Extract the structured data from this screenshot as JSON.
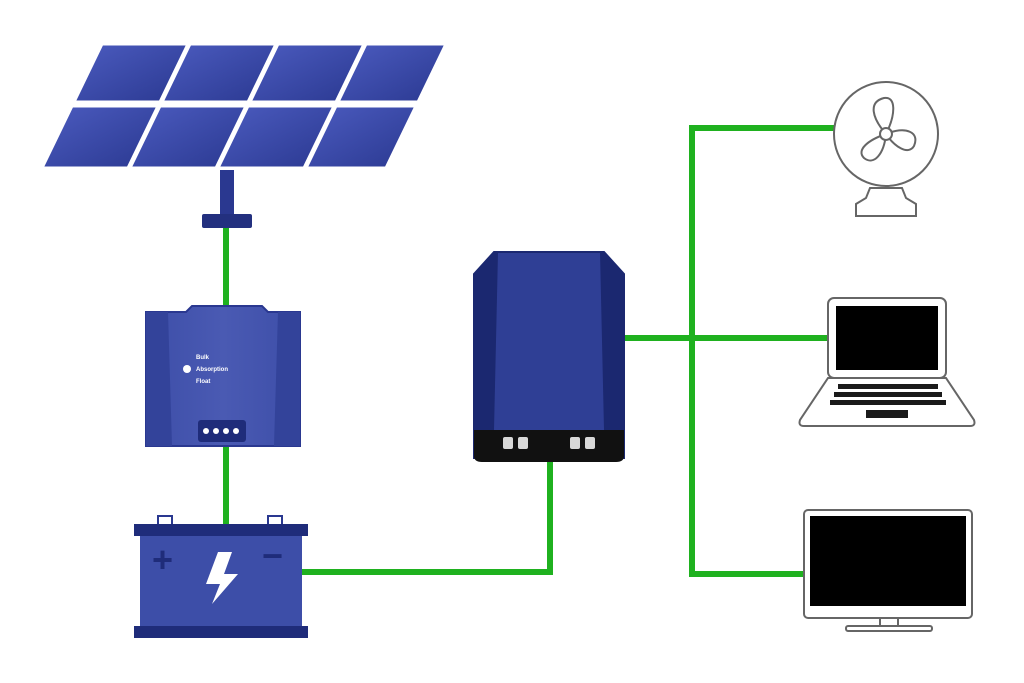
{
  "diagram": {
    "kind": "off-grid solar power system",
    "components": [
      {
        "id": "solar-panel",
        "icon": "solar-panel-icon"
      },
      {
        "id": "charge-controller",
        "icon": "charge-controller-icon"
      },
      {
        "id": "battery",
        "icon": "battery-icon"
      },
      {
        "id": "inverter",
        "icon": "inverter-icon"
      },
      {
        "id": "fan",
        "icon": "fan-icon"
      },
      {
        "id": "laptop",
        "icon": "laptop-icon"
      },
      {
        "id": "monitor",
        "icon": "monitor-icon"
      }
    ],
    "connections": [
      [
        "solar-panel",
        "charge-controller"
      ],
      [
        "charge-controller",
        "battery"
      ],
      [
        "battery",
        "inverter"
      ],
      [
        "inverter",
        "fan"
      ],
      [
        "inverter",
        "laptop"
      ],
      [
        "inverter",
        "monitor"
      ]
    ],
    "charge_controller": {
      "led_labels": [
        "Bulk",
        "Absorption",
        "Float"
      ],
      "active_led": "Absorption"
    },
    "battery": {
      "positive_symbol": "+",
      "negative_symbol": "−"
    },
    "colors": {
      "wire": "#1fb11f",
      "device_blue": "#2f3f95",
      "device_dark": "#1b2870",
      "panel_cell": "#3a4aa8",
      "screen": "#000000",
      "outline": "#666666"
    }
  }
}
